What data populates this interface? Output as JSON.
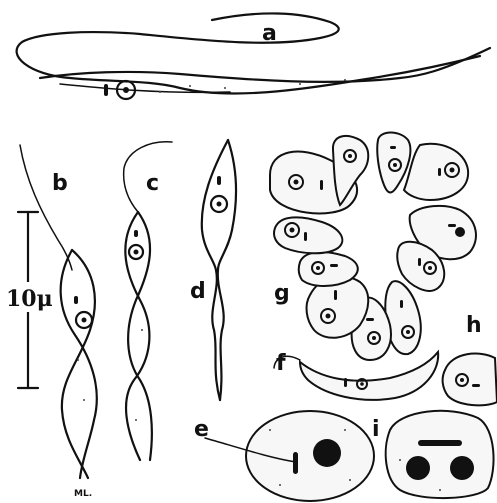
{
  "figure": {
    "labels": {
      "a": "a",
      "b": "b",
      "c": "c",
      "d": "d",
      "e": "e",
      "f": "f",
      "g": "g",
      "h": "h",
      "i": "i"
    },
    "scale_bar": "10μ",
    "signature": "ML."
  }
}
